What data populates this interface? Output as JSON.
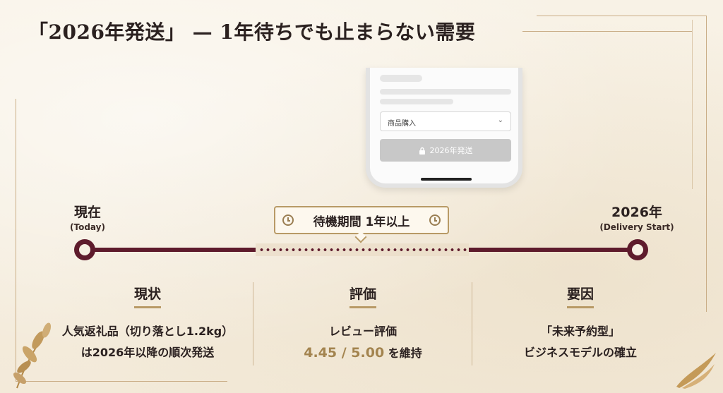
{
  "title": "「2026年発送」 — 1年待ちでも止まらない需要",
  "phone": {
    "select_label": "商品購入",
    "select_chevron": "⌄",
    "button_label": "2026年発送",
    "button_icon": "lock-icon"
  },
  "timeline": {
    "start": {
      "label": "現在",
      "sub": "(Today)"
    },
    "end": {
      "label": "2026年",
      "sub": "(Delivery Start)"
    },
    "badge": "待機期間 1年以上",
    "badge_icon": "clock-icon"
  },
  "columns": [
    {
      "heading": "現状",
      "lines": [
        "人気返礼品（切り落とし1.2kg）",
        "は2026年以降の順次発送"
      ]
    },
    {
      "heading": "評価",
      "line1": "レビュー評価",
      "score": "4.45 / 5.00",
      "score_suffix": " を維持"
    },
    {
      "heading": "要因",
      "lines": [
        "「未来予約型」",
        "ビジネスモデルの確立"
      ]
    }
  ],
  "colors": {
    "accent": "#5e1b2c",
    "gold": "#b89a66",
    "score": "#a3844f",
    "background": "#f6efe2"
  }
}
